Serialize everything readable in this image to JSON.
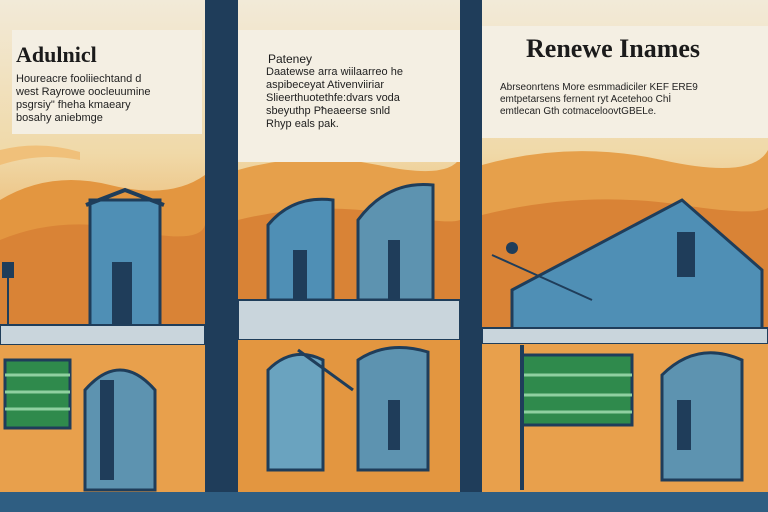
{
  "panels": [
    {
      "heading": "Adulnicl",
      "lines": [
        "Houreacre fooliiechtand d",
        "west Rayrowe oocleuumine",
        "psgrsiy\" fheha kmaeary",
        "bosahy aniebmge"
      ]
    },
    {
      "heading": "Pateney",
      "lines": [
        "Daatewse arra wiilaarreo he",
        "aspibeceyat Ativenviiriar",
        "Slieerthuotethfe:dvars voda",
        "sbeyuthp Pħeaeerse snld",
        "Rhyp eals pak."
      ]
    },
    {
      "heading": "Renewe Inames",
      "lines": [
        "Abrseonrtens More esmmadiciler KEF ERE9",
        "emtpetarsens fernent ryt Acetehoo Chİ",
        "emtlecan Gth cotmaceloovtGBELe."
      ]
    }
  ],
  "colors": {
    "frame_blue": "#5aa0c8",
    "divider": "#1f3d5a",
    "sky_cream": "#f2ead8",
    "hill_orange": "#e9a653",
    "house_blue": "#4f8fb5",
    "machine_green": "#2f8a4c"
  }
}
